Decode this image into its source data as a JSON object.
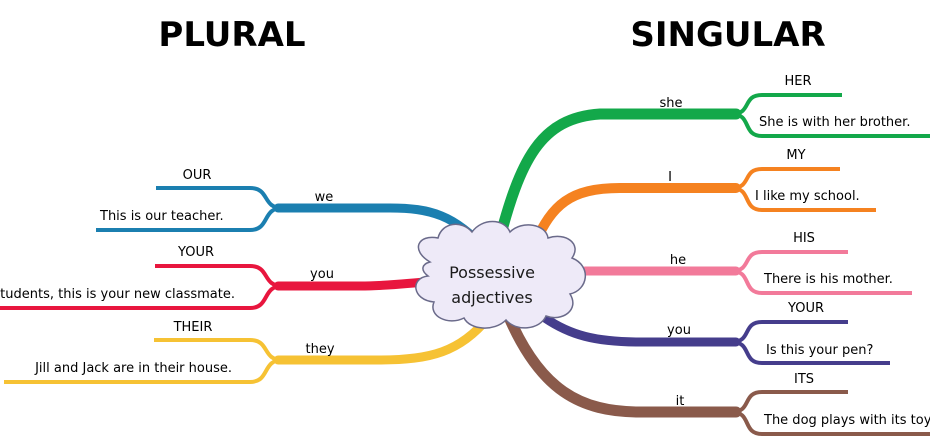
{
  "headings": {
    "plural": "PLURAL",
    "singular": "SINGULAR"
  },
  "center": {
    "line1": "Possessive",
    "line2": "adjectives"
  },
  "plural": [
    {
      "pronoun": "we",
      "adjective": "OUR",
      "example": "This is our teacher.",
      "color": "#1b7fb0"
    },
    {
      "pronoun": "you",
      "adjective": "YOUR",
      "example": "Students, this is your new classmate.",
      "color": "#e8163e"
    },
    {
      "pronoun": "they",
      "adjective": "THEIR",
      "example": "Jill and Jack are in their house.",
      "color": "#f6c234"
    }
  ],
  "singular": [
    {
      "pronoun": "she",
      "adjective": "HER",
      "example": "She is with her brother.",
      "color": "#13a84a"
    },
    {
      "pronoun": "I",
      "adjective": "MY",
      "example": "I like my school.",
      "color": "#f58220"
    },
    {
      "pronoun": "he",
      "adjective": "HIS",
      "example": "There is his mother.",
      "color": "#f27a9a"
    },
    {
      "pronoun": "you",
      "adjective": "YOUR",
      "example": "Is this your pen?",
      "color": "#453d8c"
    },
    {
      "pronoun": "it",
      "adjective": "ITS",
      "example": "The dog plays with its toy.",
      "color": "#8a5a4b"
    }
  ]
}
